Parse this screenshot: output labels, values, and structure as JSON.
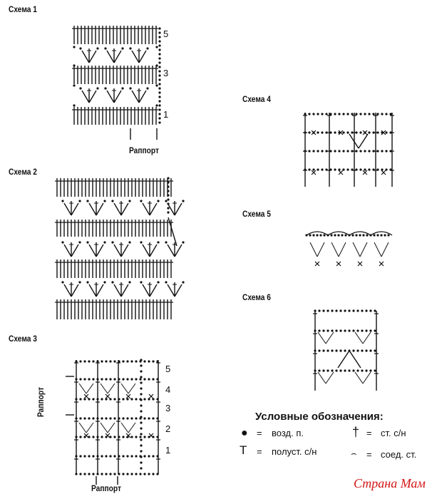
{
  "schemes": [
    {
      "title": "Схема 1",
      "row_numbers": [
        "5",
        "3",
        "1"
      ],
      "rapport": "Раппорт"
    },
    {
      "title": "Схема 2"
    },
    {
      "title": "Схема 3",
      "row_numbers": [
        "5",
        "4",
        "3",
        "2",
        "1"
      ],
      "rapport_bottom": "Раппорт",
      "rapport_side": "Раппорт"
    },
    {
      "title": "Схема 4"
    },
    {
      "title": "Схема 5"
    },
    {
      "title": "Схема 6"
    }
  ],
  "legend": {
    "title": "Условные обозначения:",
    "items": [
      {
        "symbol": "●",
        "eq": "=",
        "label": "возд. п."
      },
      {
        "symbol": "†",
        "eq": "=",
        "label": "ст. с/н"
      },
      {
        "symbol": "T",
        "eq": "=",
        "label": "полуст. с/н"
      },
      {
        "symbol": "⌢",
        "eq": "=",
        "label": "соед. ст."
      }
    ]
  },
  "watermark": "Страна Мам"
}
